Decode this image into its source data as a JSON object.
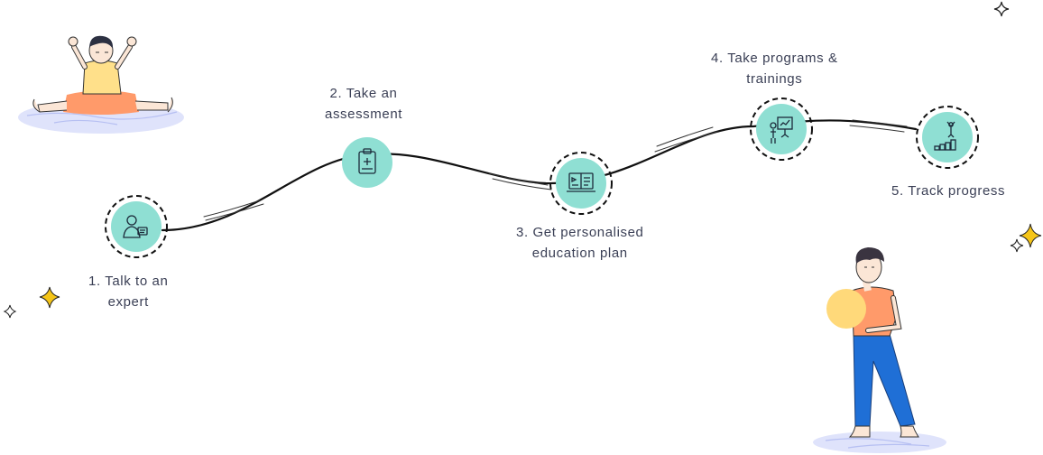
{
  "steps": [
    {
      "num": "1.",
      "line1": "Talk to an",
      "line2": "expert",
      "icon": "expert-icon"
    },
    {
      "num": "2.",
      "line1": "Take an",
      "line2": "assessment",
      "icon": "clipboard-icon"
    },
    {
      "num": "3.",
      "line1": "Get personalised",
      "line2": "education plan",
      "icon": "laptop-book-icon"
    },
    {
      "num": "4.",
      "line1": "Take programs &",
      "line2": "trainings",
      "icon": "presentation-board-icon"
    },
    {
      "num": "5.",
      "line1": "Track progress",
      "line2": "",
      "icon": "growth-chart-icon"
    }
  ],
  "colors": {
    "step_circle": "#8fdfd3",
    "path": "#111111",
    "text": "#3a3f55",
    "sparkle": "#f5c518",
    "shirt_orange": "#ff9a6a",
    "shirt_yellow": "#ffe08a",
    "pants_blue": "#1f6fd6",
    "ball": "#ffd97a",
    "mat": "#dfe3fb"
  }
}
